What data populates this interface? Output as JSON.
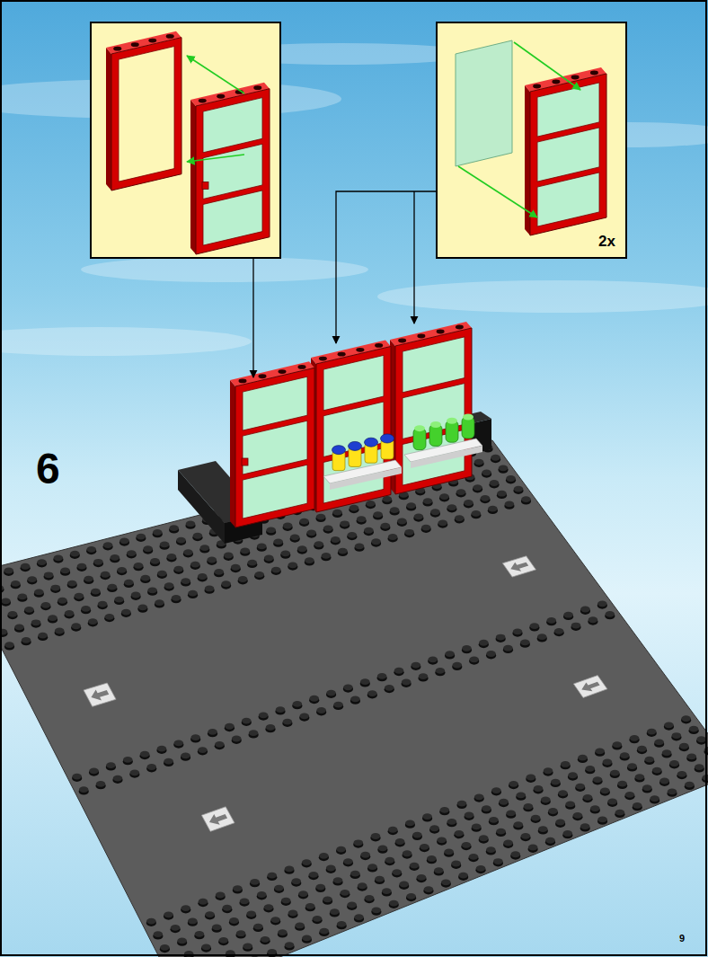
{
  "diagram": {
    "labels": [
      "6",
      "2x",
      "9"
    ]
  }
}
